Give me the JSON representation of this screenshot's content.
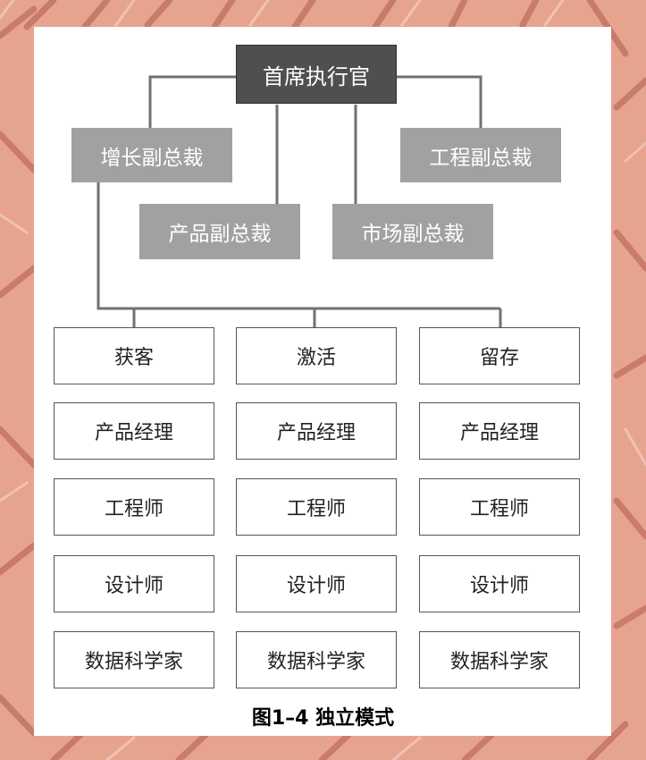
{
  "chart": {
    "ceo": "首席执行官",
    "vps": {
      "growth": "增长副总裁",
      "engineering": "工程副总裁",
      "product": "产品副总裁",
      "marketing": "市场副总裁"
    },
    "teams": [
      {
        "name": "获客",
        "members": [
          "产品经理",
          "工程师",
          "设计师",
          "数据科学家"
        ]
      },
      {
        "name": "激活",
        "members": [
          "产品经理",
          "工程师",
          "设计师",
          "数据科学家"
        ]
      },
      {
        "name": "留存",
        "members": [
          "产品经理",
          "工程师",
          "设计师",
          "数据科学家"
        ]
      }
    ]
  },
  "caption": "图1–4 独立模式",
  "colors": {
    "background": "#e6a48f",
    "ceo_fill": "#4d4f51",
    "vp_fill": "#9fa1a3",
    "connector": "#6f7173"
  }
}
